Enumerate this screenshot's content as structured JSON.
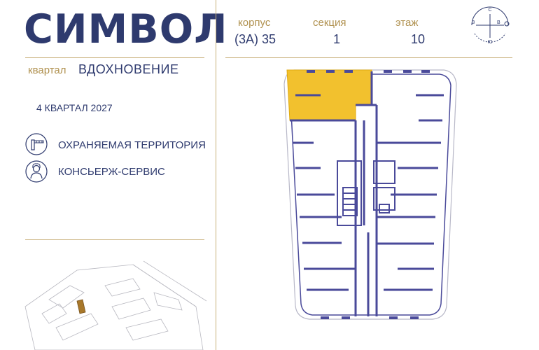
{
  "brand": {
    "name": "СИМВОЛ"
  },
  "quarter": {
    "label": "квартал",
    "name": "ВДОХНОВЕНИЕ"
  },
  "completion": "4 КВАРТАЛ 2027",
  "features": [
    {
      "icon": "barrier-icon",
      "label": "ОХРАНЯЕМАЯ ТЕРРИТОРИЯ"
    },
    {
      "icon": "concierge-icon",
      "label": "КОНСЬЕРЖ-СЕРВИС"
    }
  ],
  "info": {
    "building": {
      "label": "корпус",
      "value": "(3А) 35"
    },
    "section": {
      "label": "секция",
      "value": "1"
    },
    "floor": {
      "label": "этаж",
      "value": "10"
    }
  },
  "compass": {
    "n": "С",
    "s": "Ю",
    "w": "З",
    "e": "В"
  },
  "colors": {
    "navy": "#2e3a6e",
    "gold": "#b0914f",
    "highlight": "#f2c12e",
    "walls": "#4a4a9a"
  }
}
